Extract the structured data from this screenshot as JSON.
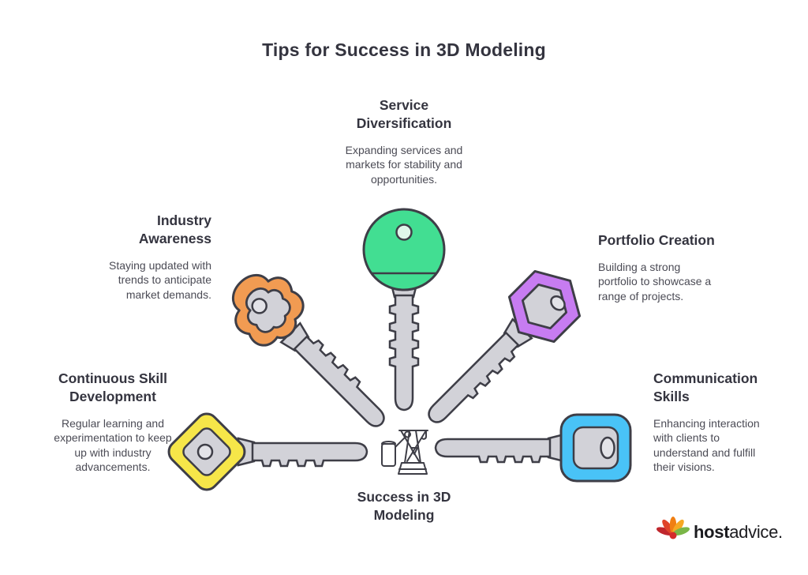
{
  "title": "Tips for Success in 3D Modeling",
  "center": {
    "label": "Success in 3D\nModeling"
  },
  "items": [
    {
      "id": "service-diversification",
      "heading": "Service\nDiversification",
      "description": "Expanding services and\nmarkets for stability and\nopportunities.",
      "color": "#42DE92"
    },
    {
      "id": "industry-awareness",
      "heading": "Industry\nAwareness",
      "description": "Staying updated with\ntrends to anticipate\nmarket demands.",
      "color": "#F19B52"
    },
    {
      "id": "continuous-skill-development",
      "heading": "Continuous Skill\nDevelopment",
      "description": "Regular learning and\nexperimentation to keep\nup with industry\nadvancements.",
      "color": "#F6E649"
    },
    {
      "id": "portfolio-creation",
      "heading": "Portfolio Creation",
      "description": "Building a strong\nportfolio to showcase a\nrange of projects.",
      "color": "#C77CF1"
    },
    {
      "id": "communication-skills",
      "heading": "Communication\nSkills",
      "description": "Enhancing interaction\nwith clients to\nunderstand and fulfill\ntheir visions.",
      "color": "#49C3F7"
    }
  ],
  "palette": {
    "outline": "#3E3E47",
    "metal": "#D2D2D8",
    "heading_text": "#34343F",
    "body_text": "#4B4B55"
  },
  "logo": {
    "bold": "host",
    "regular": "advice."
  }
}
